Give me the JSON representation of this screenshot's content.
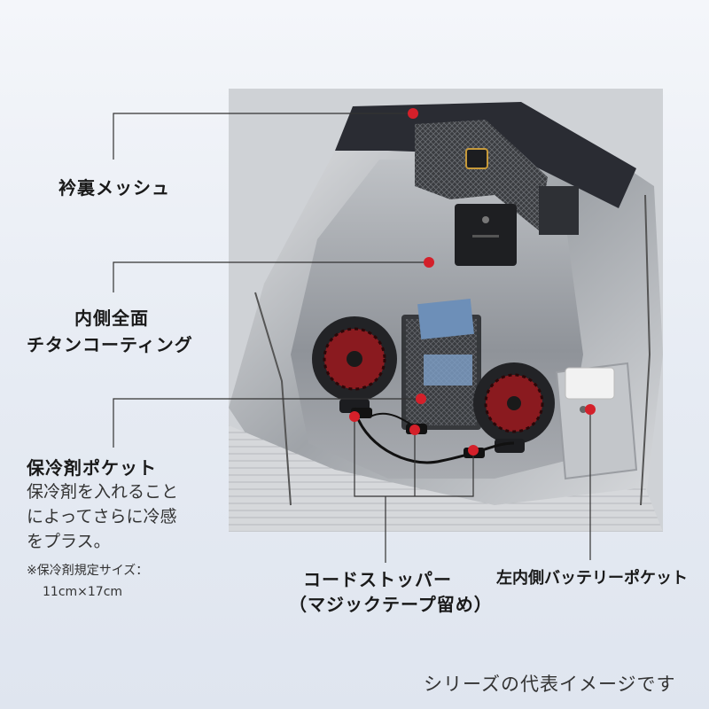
{
  "callouts": {
    "collar_mesh": "衿裏メッシュ",
    "inner_coating_line1": "内側全面",
    "inner_coating_line2": "チタンコーティング",
    "ice_pocket_title": "保冷剤ポケット",
    "ice_pocket_desc_1": "保冷剤を入れること",
    "ice_pocket_desc_2": "によってさらに冷感",
    "ice_pocket_desc_3": "をプラス。",
    "ice_pocket_note_1": "※保冷剤規定サイズ：",
    "ice_pocket_note_2": "11cm×17cm",
    "cord_stopper_1": "コードストッパー",
    "cord_stopper_2": "（マジックテープ留め）",
    "battery_pocket": "左内側バッテリーポケット"
  },
  "footer_note": "シリーズの代表イメージです",
  "colors": {
    "accent_red": "#d4202a",
    "leader_dark": "#333333"
  },
  "icons": [
    "fan-left-icon",
    "fan-right-icon",
    "collar-badge-icon"
  ]
}
